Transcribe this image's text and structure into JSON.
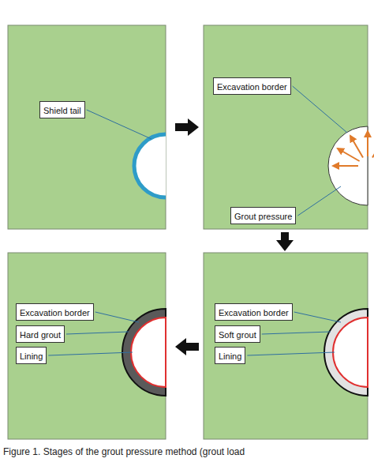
{
  "diagram": {
    "caption": "Figure 1. Stages of the grout pressure method (grout load",
    "nodes": [
      {
        "text": [
          "Shield tail"
        ]
      },
      {
        "text": [
          "Excavation border"
        ]
      },
      {
        "text": [
          "Grout pressure"
        ]
      },
      {
        "text": [
          "Excavation border"
        ]
      },
      {
        "text": [
          "Hard grout"
        ]
      },
      {
        "text": [
          "Lining"
        ]
      },
      {
        "text": [
          "Excavation border"
        ]
      },
      {
        "text": [
          "Soft grout"
        ]
      },
      {
        "text": [
          "Lining"
        ]
      }
    ]
  }
}
